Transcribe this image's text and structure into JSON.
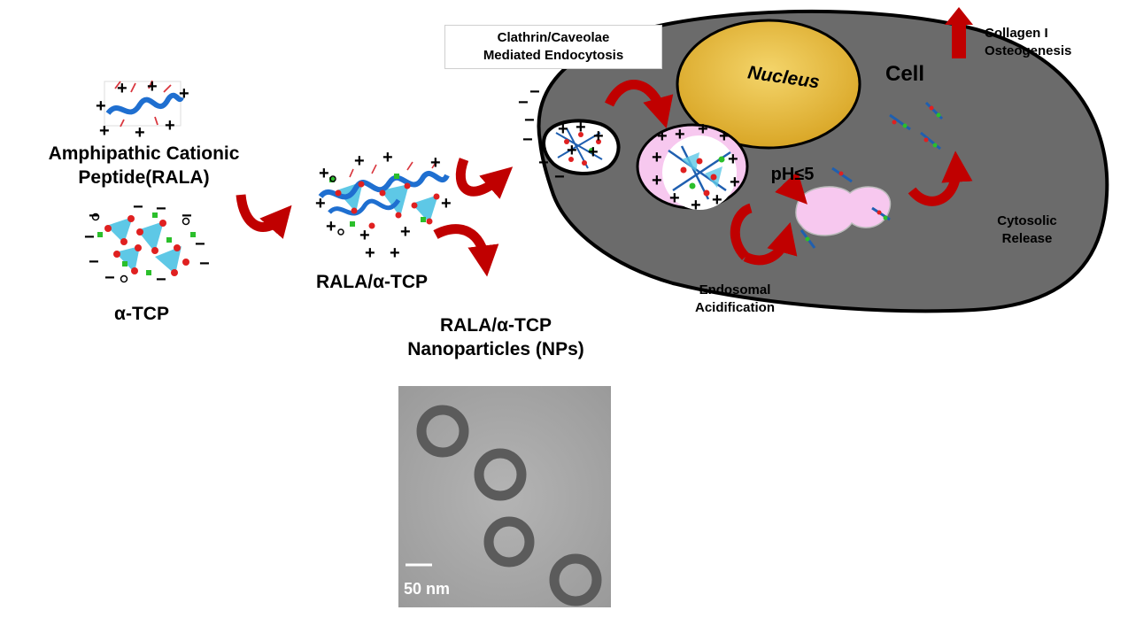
{
  "labels": {
    "rala_peptide_line1": "Amphipathic Cationic",
    "rala_peptide_line2": "Peptide(RALA)",
    "alpha_tcp": "α-TCP",
    "rala_alpha_tcp": "RALA/α-TCP",
    "nps_line1": "RALA/α-TCP",
    "nps_line2": "Nanoparticles (NPs)",
    "endocytosis_line1": "Clathrin/Caveolae",
    "endocytosis_line2": "Mediated Endocytosis",
    "nucleus": "Nucleus",
    "cell": "Cell",
    "ph": "pH≤5",
    "endosomal_line1": "Endosomal",
    "endosomal_line2": "Acidification",
    "cytosolic_line1": "Cytosolic",
    "cytosolic_line2": "Release",
    "collagen_line1": "Collagen I",
    "collagen_line2": "Osteogenesis",
    "scale_bar": "50 nm"
  },
  "colors": {
    "cell_fill": "#6b6b6b",
    "nucleus_fill": "#e8b83a",
    "endosome_fill": "#f7c8ef",
    "arrow_red": "#c00000",
    "tem_background": "#a9a9a9"
  }
}
